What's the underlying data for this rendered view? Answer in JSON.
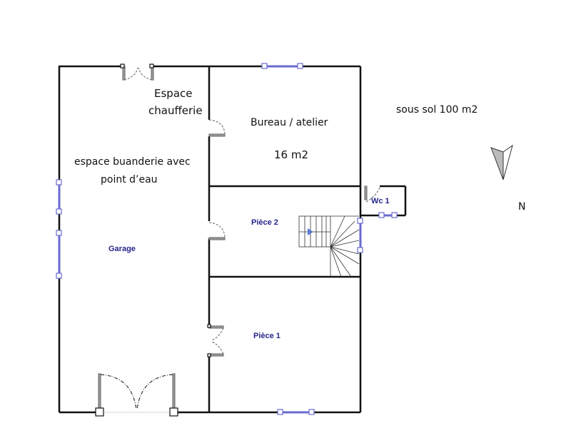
{
  "plan": {
    "title": "sous sol 100 m2",
    "north_label": "N",
    "colors": {
      "wall": "#111111",
      "window": "#6a6ad0",
      "room_label": "#26268a",
      "text": "#111111"
    }
  },
  "annotations": {
    "chaufferie_line1": "Espace",
    "chaufferie_line2": "chaufferie",
    "buanderie_line1": "espace buanderie avec",
    "buanderie_line2": "point d’eau",
    "bureau": "Bureau / atelier",
    "bureau_area": "16 m2"
  },
  "rooms": {
    "garage": "Garage",
    "piece2": "Pièce 2",
    "piece1": "Pièce 1",
    "wc": "Wc 1"
  },
  "icons": {
    "compass": "north-arrow-icon",
    "stairs": "staircase-icon"
  }
}
